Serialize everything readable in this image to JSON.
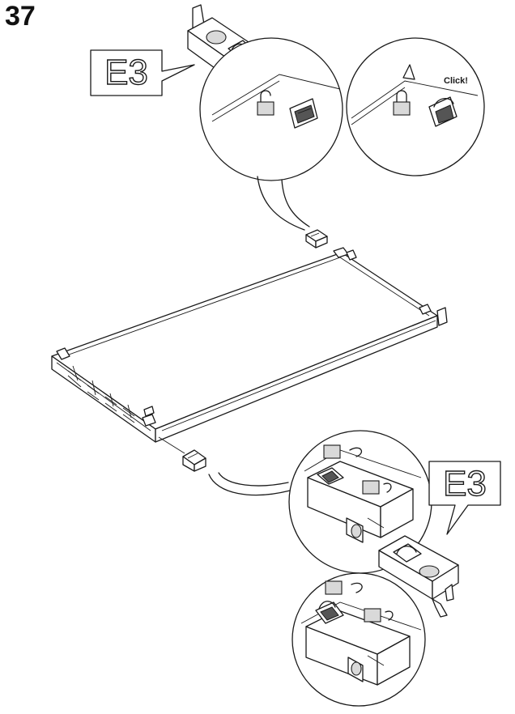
{
  "step": {
    "number": "37"
  },
  "part_labels": {
    "top": "E3",
    "bottom": "E3"
  },
  "callouts": {
    "click_text": "Click!"
  },
  "icons": [
    "unlock-icon",
    "lock-icon"
  ]
}
